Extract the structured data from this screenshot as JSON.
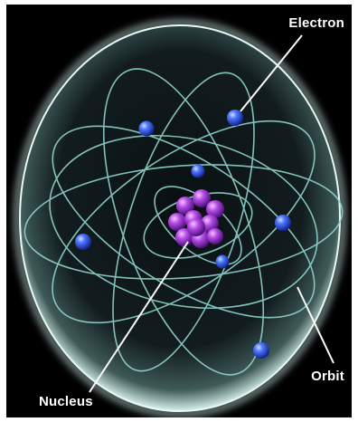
{
  "labels": {
    "electron": "Electron",
    "orbit": "Orbit",
    "nucleus": "Nucleus"
  },
  "colors": {
    "background": "#000000",
    "sphere_glow": "#bfe8e0",
    "orbit": "#8fd4cc",
    "electron": "#2f56ff",
    "nucleus": "#b64ae8",
    "label_text": "#ffffff"
  }
}
